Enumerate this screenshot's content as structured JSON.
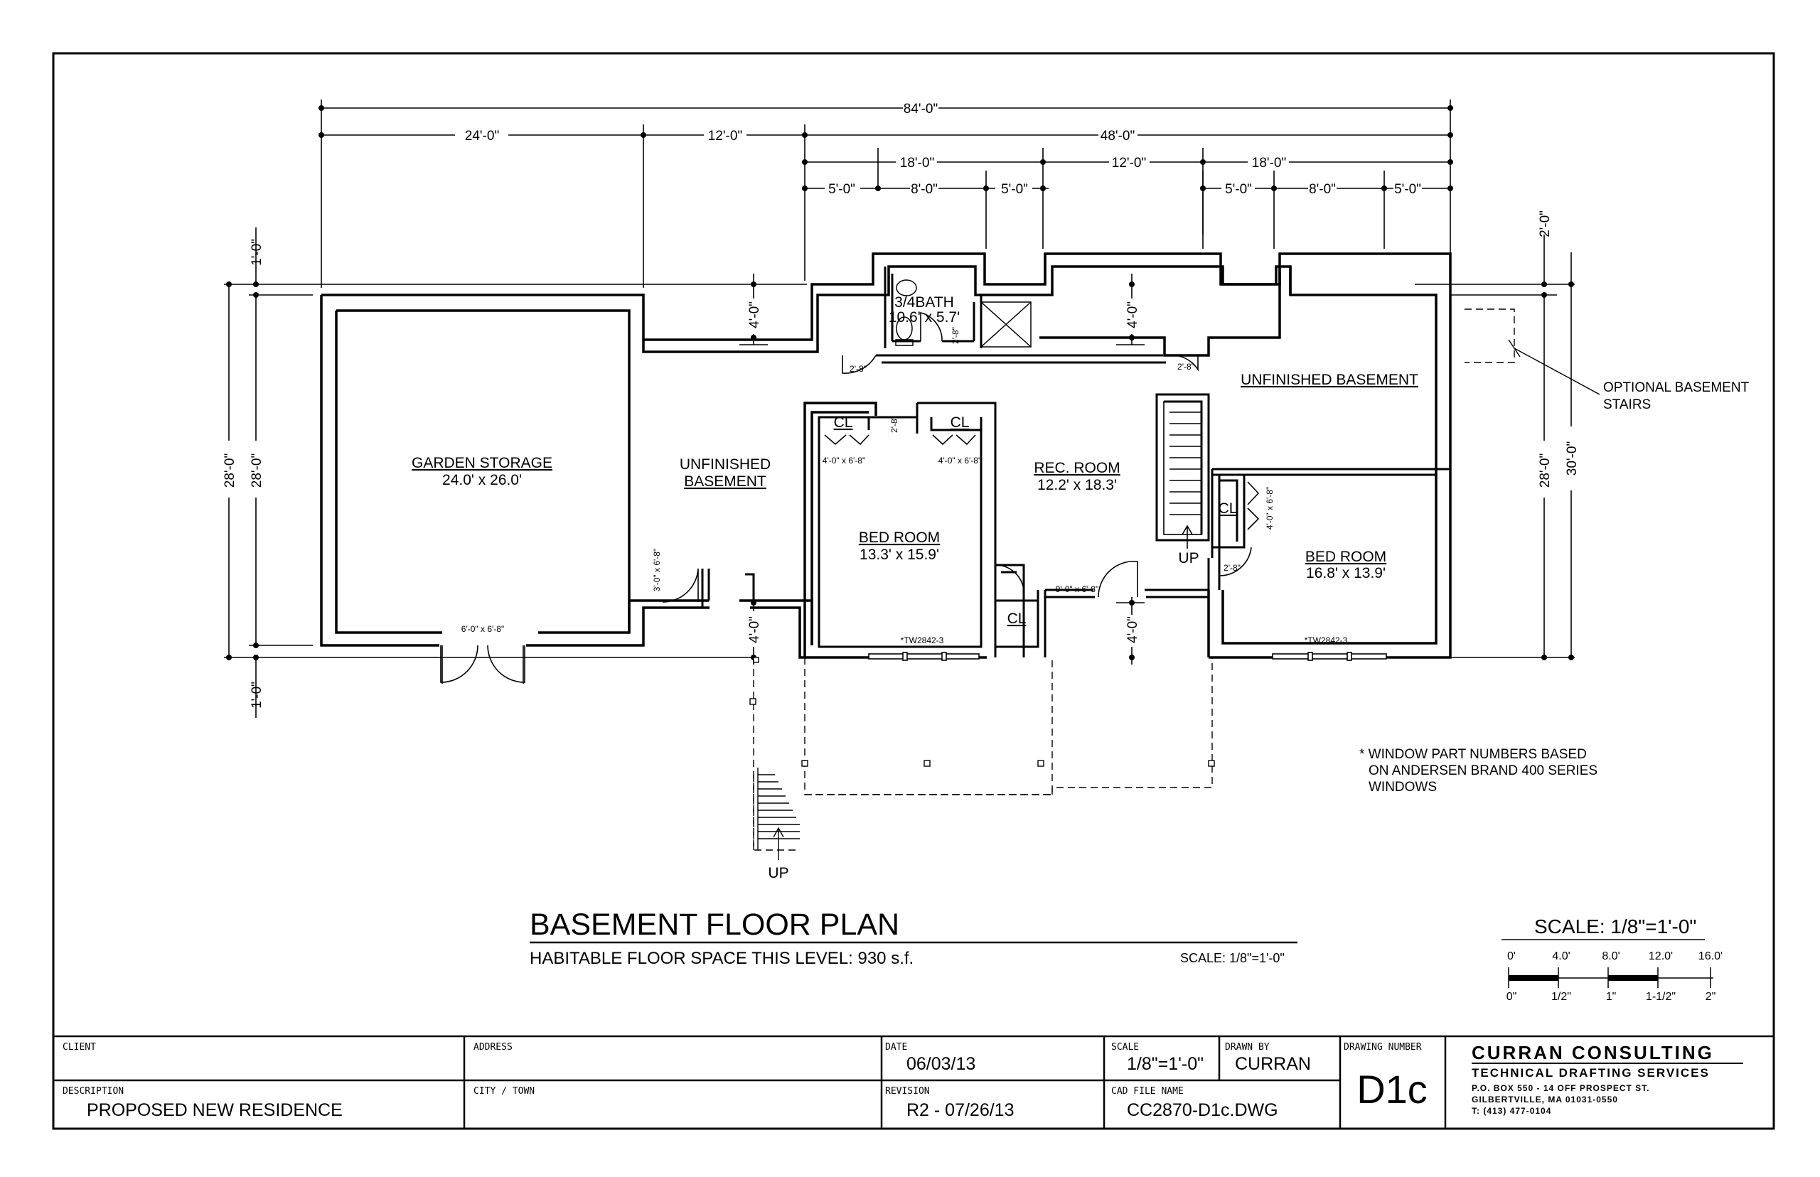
{
  "dimensions": {
    "overall": "84'-0\"",
    "left_24": "24'-0\"",
    "mid_12": "12'-0\"",
    "right_48": "48'-0\"",
    "seg_18a": "18'-0\"",
    "seg_12": "12'-0\"",
    "seg_18b": "18'-0\"",
    "s5a": "5'-0\"",
    "s8a": "8'-0\"",
    "s5b": "5'-0\"",
    "s5c": "5'-0\"",
    "s8b": "8'-0\"",
    "s5d": "5'-0\"",
    "left_1_top": "1'-0\"",
    "left_28_outer": "28'-0\"",
    "left_28_inner": "28'-0\"",
    "left_1_bot": "1'-0\"",
    "right_2": "2'-0\"",
    "right_28": "28'-0\"",
    "right_30": "30'-0\"",
    "notch_4_left_top": "4'-0\"",
    "notch_4_left_bot": "4'-0\"",
    "notch_4_right_top": "4'-0\"",
    "notch_4_right_bot": "4'-0\""
  },
  "rooms": {
    "garden_storage": "GARDEN STORAGE",
    "garden_storage_size": "24.0' x 26.0'",
    "unfinished_left_1": "UNFINISHED",
    "unfinished_left_2": "BASEMENT",
    "bath": "3/4BATH",
    "bath_size": "10.6' x 5.7'",
    "unfinished_right": "UNFINISHED BASEMENT",
    "rec_room": "REC. ROOM",
    "rec_room_size": "12.2' x 18.3'",
    "bedroom_left": "BED ROOM",
    "bedroom_left_size": "13.3' x 15.9'",
    "bedroom_right": "BED ROOM",
    "bedroom_right_size": "16.8' x 13.9'",
    "closet_1": "CL",
    "closet_2": "CL",
    "closet_3": "CL",
    "closet_4": "CL",
    "stairs_up_interior": "UP",
    "stairs_up_exterior": "UP"
  },
  "doors": {
    "d_bath_left": "2'-8\"",
    "d_bath_inner": "2'-8\"",
    "d_bath_stair": "2'-8\"",
    "d_right_top": "2'-8\"",
    "d_cl1": "4'-0\" x 6'-8\"",
    "d_cl2": "4'-0\" x 6'-8\"",
    "d_cl3": "4'-0\" x 6'-8\"",
    "d_unf": "3'-0\" x 6'-8\"",
    "d_garden": "6'-0\" x 6'-8\"",
    "d_rec": "9'-0\" x 6'-8\"",
    "d_bed2": "2'-8\"",
    "win_left": "*TW2842-3",
    "win_right": "*TW2842-3"
  },
  "notes": {
    "optional_1": "OPTIONAL BASEMENT",
    "optional_2": "STAIRS",
    "window_1": "* WINDOW PART NUMBERS BASED",
    "window_2": "ON ANDERSEN BRAND 400 SERIES",
    "window_3": "WINDOWS"
  },
  "plan_title": {
    "title": "BASEMENT FLOOR PLAN",
    "subtitle": "HABITABLE FLOOR SPACE THIS LEVEL: 930 s.f.",
    "scale": "SCALE: 1/8\"=1'-0\""
  },
  "scale_bar": {
    "title": "SCALE: 1/8\"=1'-0\"",
    "top_ticks": [
      "0'",
      "4.0'",
      "8.0'",
      "12.0'",
      "16.0'"
    ],
    "bottom_ticks": [
      "0\"",
      "1/2\"",
      "1\"",
      "1-1/2\"",
      "2\""
    ]
  },
  "title_block": {
    "client_label": "CLIENT",
    "client_value": "",
    "address_label": "ADDRESS",
    "address_value": "",
    "date_label": "DATE",
    "date_value": "06/03/13",
    "scale_label": "SCALE",
    "scale_value": "1/8\"=1'-0\"",
    "drawn_label": "DRAWN BY",
    "drawn_value": "CURRAN",
    "drawing_number_label": "DRAWING NUMBER",
    "drawing_number": "D1c",
    "description_label": "DESCRIPTION",
    "description_value": "PROPOSED NEW RESIDENCE",
    "city_label": "CITY / TOWN",
    "city_value": "",
    "revision_label": "REVISION",
    "revision_value": "R2 - 07/26/13",
    "cad_label": "CAD FILE NAME",
    "cad_value": "CC2870-D1c.DWG",
    "company": "CURRAN CONSULTING",
    "company_sub": "TECHNICAL DRAFTING SERVICES",
    "company_addr1": "P.O. BOX 550 - 14 OFF PROSPECT ST.",
    "company_addr2": "GILBERTVILLE, MA 01031-0550",
    "company_phone": "T: (413) 477-0104"
  }
}
